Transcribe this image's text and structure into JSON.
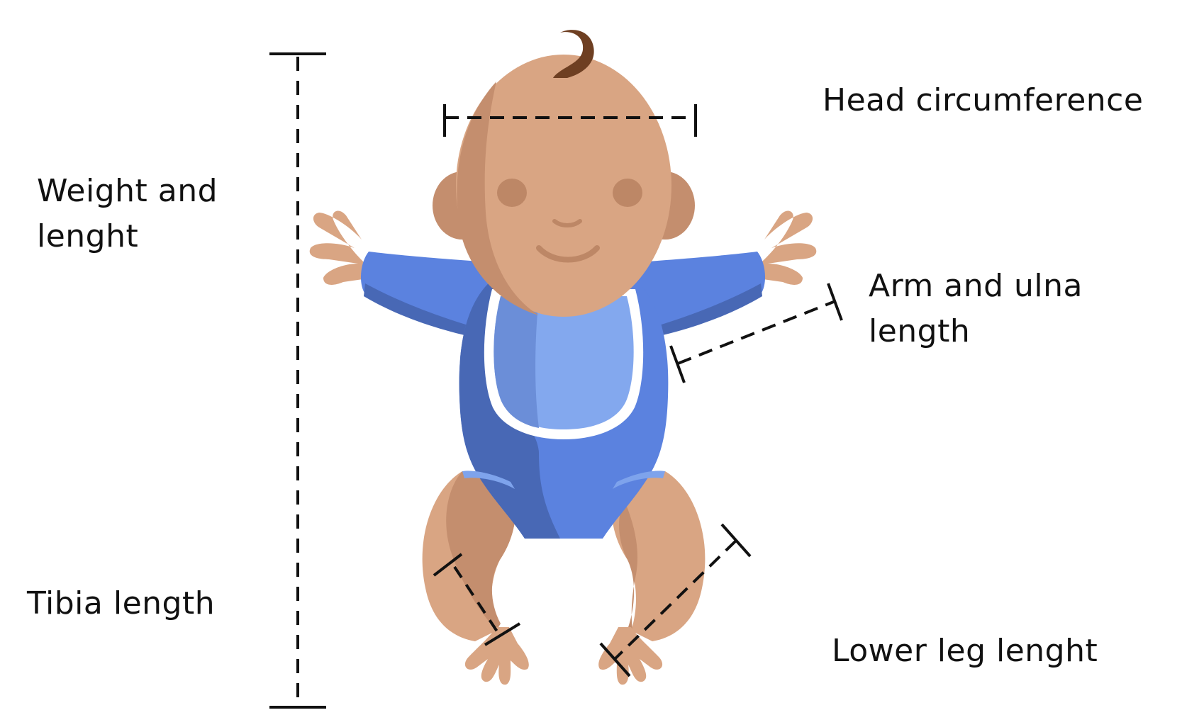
{
  "colors": {
    "skin": "#D9A583",
    "skin_shadow": "#C48E6E",
    "skin_dark": "#BD8766",
    "hair": "#6E3F22",
    "onesie": "#5B82DF",
    "onesie_dark": "#4868B5",
    "onesie_light": "#7EA3EC",
    "bib": "#83A8EE",
    "bib_shade": "#6B8ED8",
    "bib_border": "#FFFFFF",
    "measure_line": "#111111"
  },
  "labels": {
    "weight_line1": "Weight and",
    "weight_line2": "lenght",
    "tibia": "Tibia length",
    "head": "Head circumference",
    "arm_line1": "Arm and ulna",
    "arm_line2": "length",
    "lower_leg": "Lower leg lenght"
  }
}
